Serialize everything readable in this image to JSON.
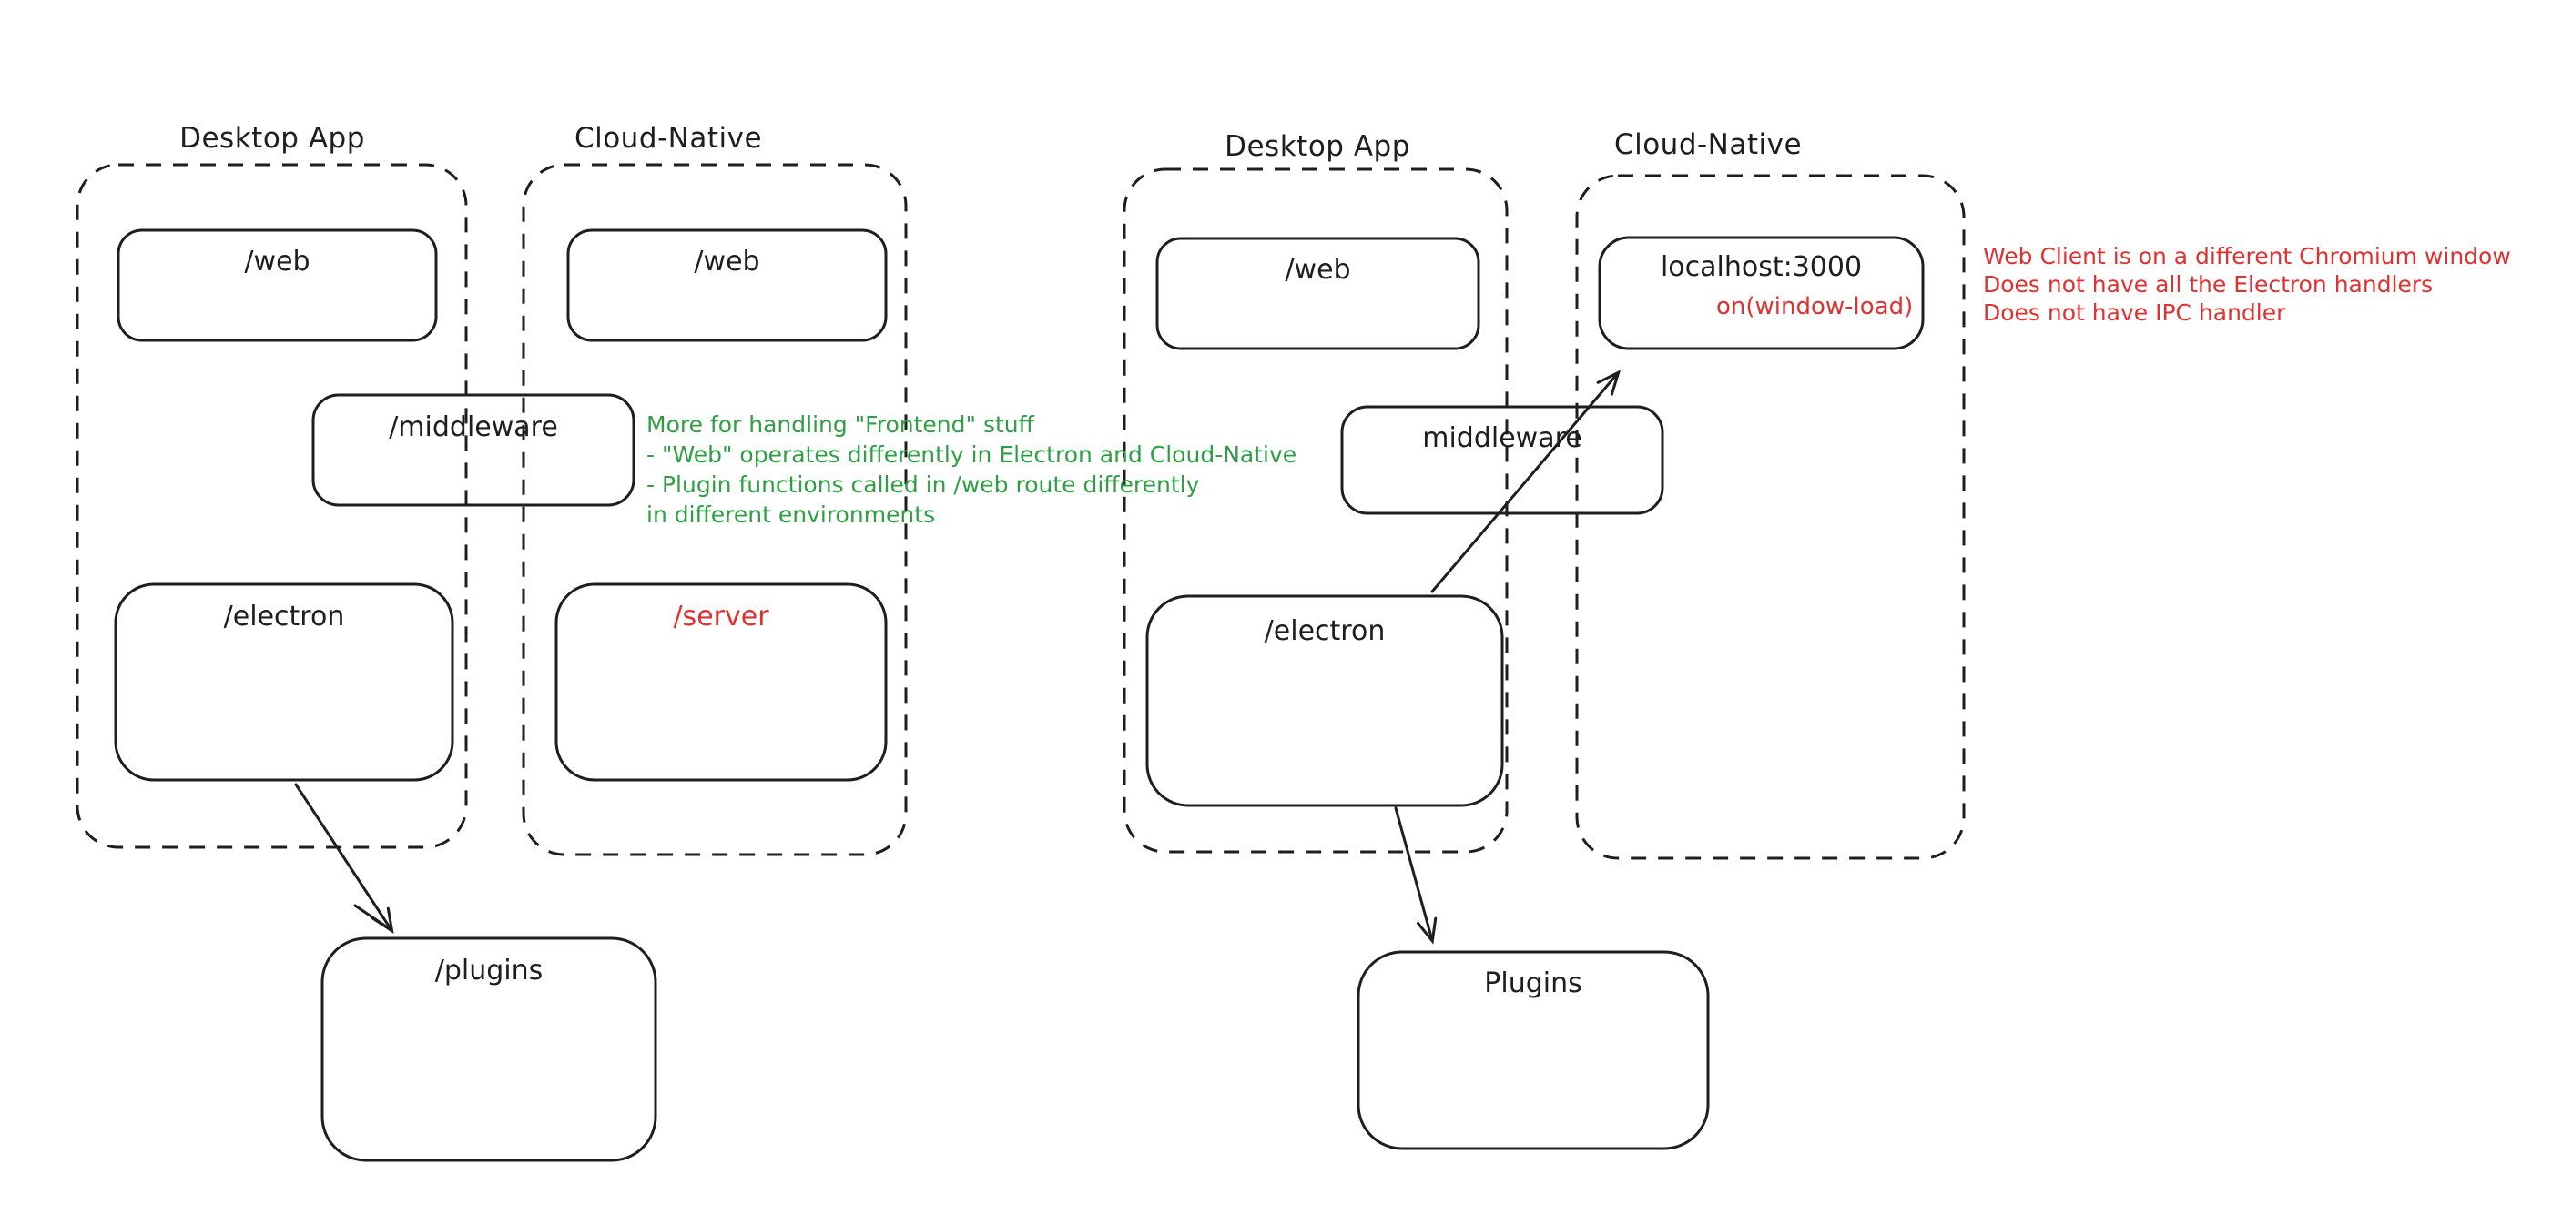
{
  "colors": {
    "ink": "#1e1e1e",
    "green_annotation": "#2f9e44",
    "red_annotation": "#e03131",
    "background": "#ffffff"
  },
  "left_diagram": {
    "desktop_app": {
      "label": "Desktop App",
      "web_box": "/web",
      "electron_box": "/electron"
    },
    "cloud_native": {
      "label": "Cloud-Native",
      "web_box": "/web",
      "server_box": "/server"
    },
    "middleware_box": "/middleware",
    "plugins_box": "/plugins",
    "green_note": {
      "line1": "More for handling \"Frontend\" stuff",
      "line2": "- \"Web\" operates differently in Electron and Cloud-Native",
      "line3": "- Plugin functions called in /web route differently",
      "line4": "in different environments"
    }
  },
  "right_diagram": {
    "desktop_app": {
      "label": "Desktop App",
      "web_box": "/web",
      "electron_box": "/electron"
    },
    "cloud_native": {
      "label": "Cloud-Native",
      "localhost_box": "localhost:3000",
      "on_window_load": "on(window-load)"
    },
    "middleware_box": "middleware",
    "plugins_box": "Plugins",
    "red_note": {
      "line1": "Web Client is on a different Chromium window",
      "line2": "Does not have all the Electron handlers",
      "line3": "Does not have IPC handler"
    }
  }
}
